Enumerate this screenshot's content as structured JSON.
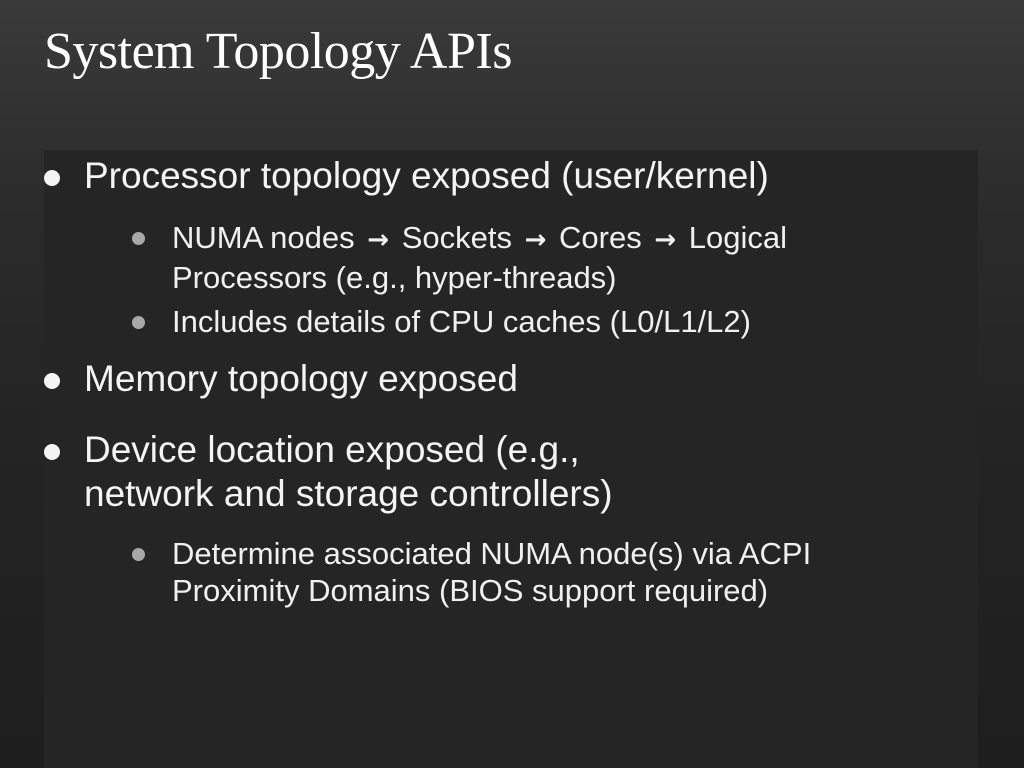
{
  "title": "System Topology APIs",
  "bullets": [
    {
      "text": "Processor topology exposed (user/kernel)"
    },
    {
      "pre": "NUMA nodes",
      "a1": "Sockets",
      "a2": "Cores",
      "a3": "Logical",
      "line2": "Processors (e.g., hyper-threads)",
      "arrow": "→"
    },
    {
      "text": "Includes details of CPU caches (L0/L1/L2)"
    },
    {
      "text": "Memory topology exposed"
    },
    {
      "line1": "Device location exposed (e.g.,",
      "line2": "network and storage controllers)"
    },
    {
      "line1": "Determine associated NUMA node(s) via ACPI",
      "line2": "Proximity Domains (BIOS support required)"
    }
  ]
}
